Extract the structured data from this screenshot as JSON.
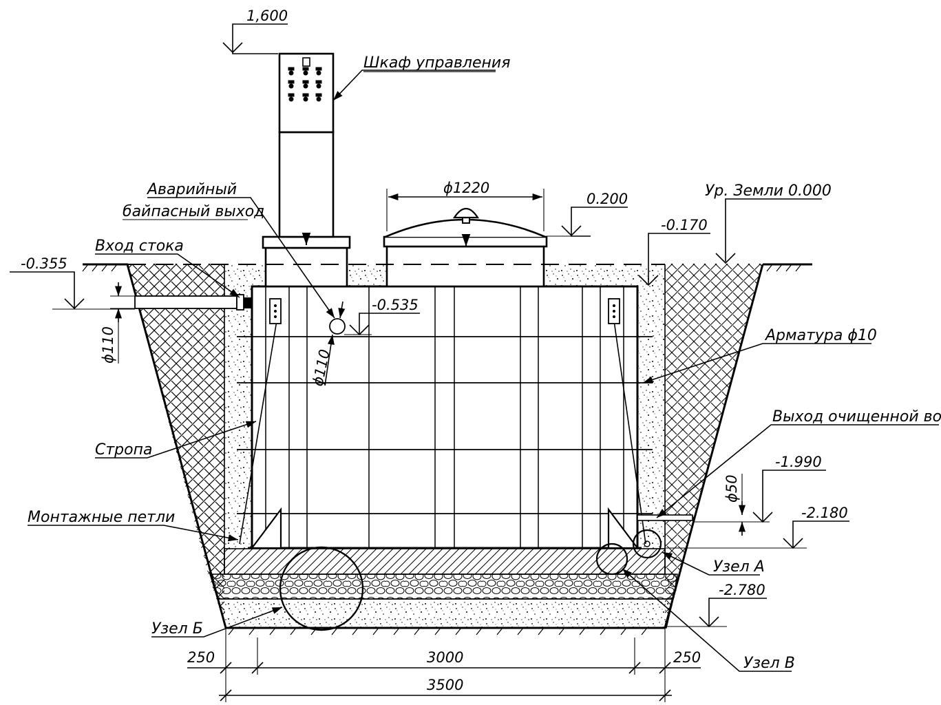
{
  "colors": {
    "line": "#000000",
    "background": "#ffffff"
  },
  "labels": {
    "control_cabinet": "Шкаф управления",
    "emergency_bypass_line1": "Аварийный",
    "emergency_bypass_line2": "байпасный выход",
    "inlet": "Вход стока",
    "ground_level": "Ур. Земли 0.000",
    "rebar": "Арматура ϕ10",
    "clean_water_outlet": "Выход очищенной воды",
    "sling": "Стропа",
    "mounting_loops": "Монтажные петли",
    "node_a": "Узел А",
    "node_b": "Узел Б",
    "node_v": "Узел В"
  },
  "elevations": {
    "cabinet_top": "1,600",
    "lid_top": "0.200",
    "tank_top": "-0.170",
    "inlet": "-0.355",
    "bypass": "-0.535",
    "outlet": "-1.990",
    "tank_bottom": "-2.180",
    "pit_bottom": "-2.780"
  },
  "dimensions": {
    "lid_diameter": "ϕ1220",
    "inlet_diameter": "ϕ110",
    "bypass_diameter": "ϕ110",
    "outlet_diameter": "ϕ50",
    "left_wall": "250",
    "inner_width": "3000",
    "right_wall": "250",
    "total_width": "3500"
  }
}
